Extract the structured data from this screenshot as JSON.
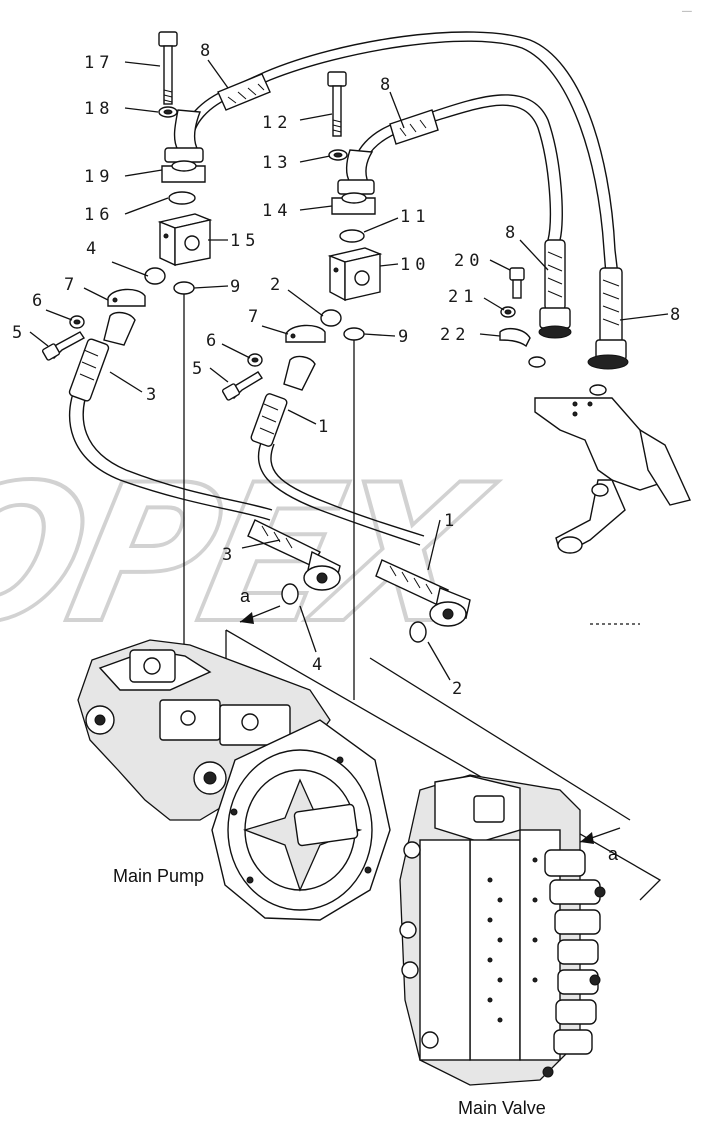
{
  "watermark": "OPEX",
  "corner_mark": "──",
  "labels": {
    "main_pump": "Main Pump",
    "main_valve": "Main Valve",
    "view_a_left": "a",
    "view_a_right": "a"
  },
  "callouts": {
    "c17": "17",
    "c18": "18",
    "c19": "19",
    "c16": "16",
    "c15": "15",
    "c8a": "8",
    "c8b": "8",
    "c8c": "8",
    "c8d": "8",
    "c12": "12",
    "c13": "13",
    "c14": "14",
    "c11": "11",
    "c10": "10",
    "c9a": "9",
    "c9b": "9",
    "c4a": "4",
    "c4b": "4",
    "c2a": "2",
    "c2b": "2",
    "c7a": "7",
    "c7b": "7",
    "c6a": "6",
    "c6b": "6",
    "c5a": "5",
    "c5b": "5",
    "c3a": "3",
    "c3b": "3",
    "c1a": "1",
    "c1b": "1",
    "c20": "20",
    "c21": "21",
    "c22": "22"
  }
}
